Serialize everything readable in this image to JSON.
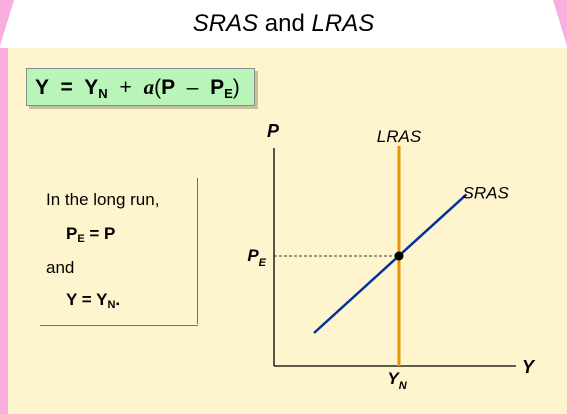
{
  "title": {
    "part1": "SRAS",
    "part2": "and",
    "part3": "LRAS"
  },
  "formula": {
    "y": "Y",
    "eq": "=",
    "yn_base": "Y",
    "yn_sub": "N",
    "plus": "+",
    "alpha": "a",
    "open": "(",
    "p": "P",
    "minus": "–",
    "pe_base": "P",
    "pe_sub": "E",
    "close": ")"
  },
  "long_run": {
    "line1": "In the long run,",
    "line2_base": "P",
    "line2_sub": "E",
    "line2_rest": " = P",
    "line3": "and",
    "line4_base": "Y = Y",
    "line4_sub": "N",
    "line4_rest": "."
  },
  "chart_data": {
    "type": "line",
    "title": "",
    "ylabel": "P",
    "xlabel": "Y",
    "x_tick": {
      "base": "Y",
      "sub": "N"
    },
    "y_tick": {
      "base": "P",
      "sub": "E"
    },
    "grid": false,
    "xlim": [
      0,
      10
    ],
    "ylim": [
      0,
      10
    ],
    "series": [
      {
        "name": "LRAS",
        "type": "vertical",
        "x": 5,
        "y": [
          0,
          10
        ],
        "color": "#e69500"
      },
      {
        "name": "SRAS",
        "points": [
          [
            1.6,
            1.5
          ],
          [
            7.7,
            7.8
          ]
        ],
        "color": "#003399"
      }
    ],
    "equilibrium": {
      "x": 5,
      "y": 5
    },
    "colors": {
      "axis": "#000000",
      "dashed": "#000000",
      "dot": "#000000"
    }
  }
}
